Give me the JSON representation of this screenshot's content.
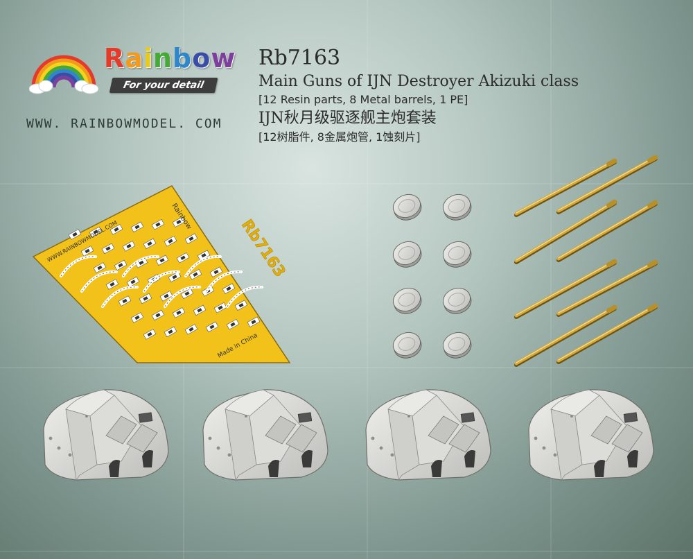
{
  "brand": {
    "name": "Rainbow",
    "name_letters": [
      "R",
      "a",
      "i",
      "n",
      "b",
      "o",
      "w"
    ],
    "letter_colors": [
      "#e53a2a",
      "#f29a1c",
      "#e8c91d",
      "#45a935",
      "#2f86c9",
      "#3b4ca7",
      "#7d3f9c"
    ],
    "tagline": "For your detail",
    "website": "WWW. RAINBOWMODEL. COM",
    "arc_colors": [
      "#e53a2a",
      "#f29a1c",
      "#f5d31b",
      "#45a935",
      "#2f86c9",
      "#3b4ca7",
      "#7d3f9c"
    ]
  },
  "product": {
    "code": "Rb7163",
    "title_en": "Main Guns of IJN Destroyer Akizuki class",
    "parts_en": "[12 Resin parts, 8 Metal barrels, 1 PE]",
    "title_cn": "IJN秋月级驱逐舰主炮套装",
    "parts_cn": "[12树脂件, 8金属炮管, 1蚀刻片]"
  },
  "pe_sheet": {
    "brand": "Rainbow",
    "code": "Rb7163",
    "website": "WWW.RAINBOWMODEL.COM",
    "origin": "Made in China",
    "color": "#f2c21a"
  },
  "parts": {
    "blast_bag_count": 8,
    "barrel_count": 8,
    "turret_count": 4,
    "barrel_color": "#d4a93a",
    "resin_color": "#d7d7d4"
  }
}
